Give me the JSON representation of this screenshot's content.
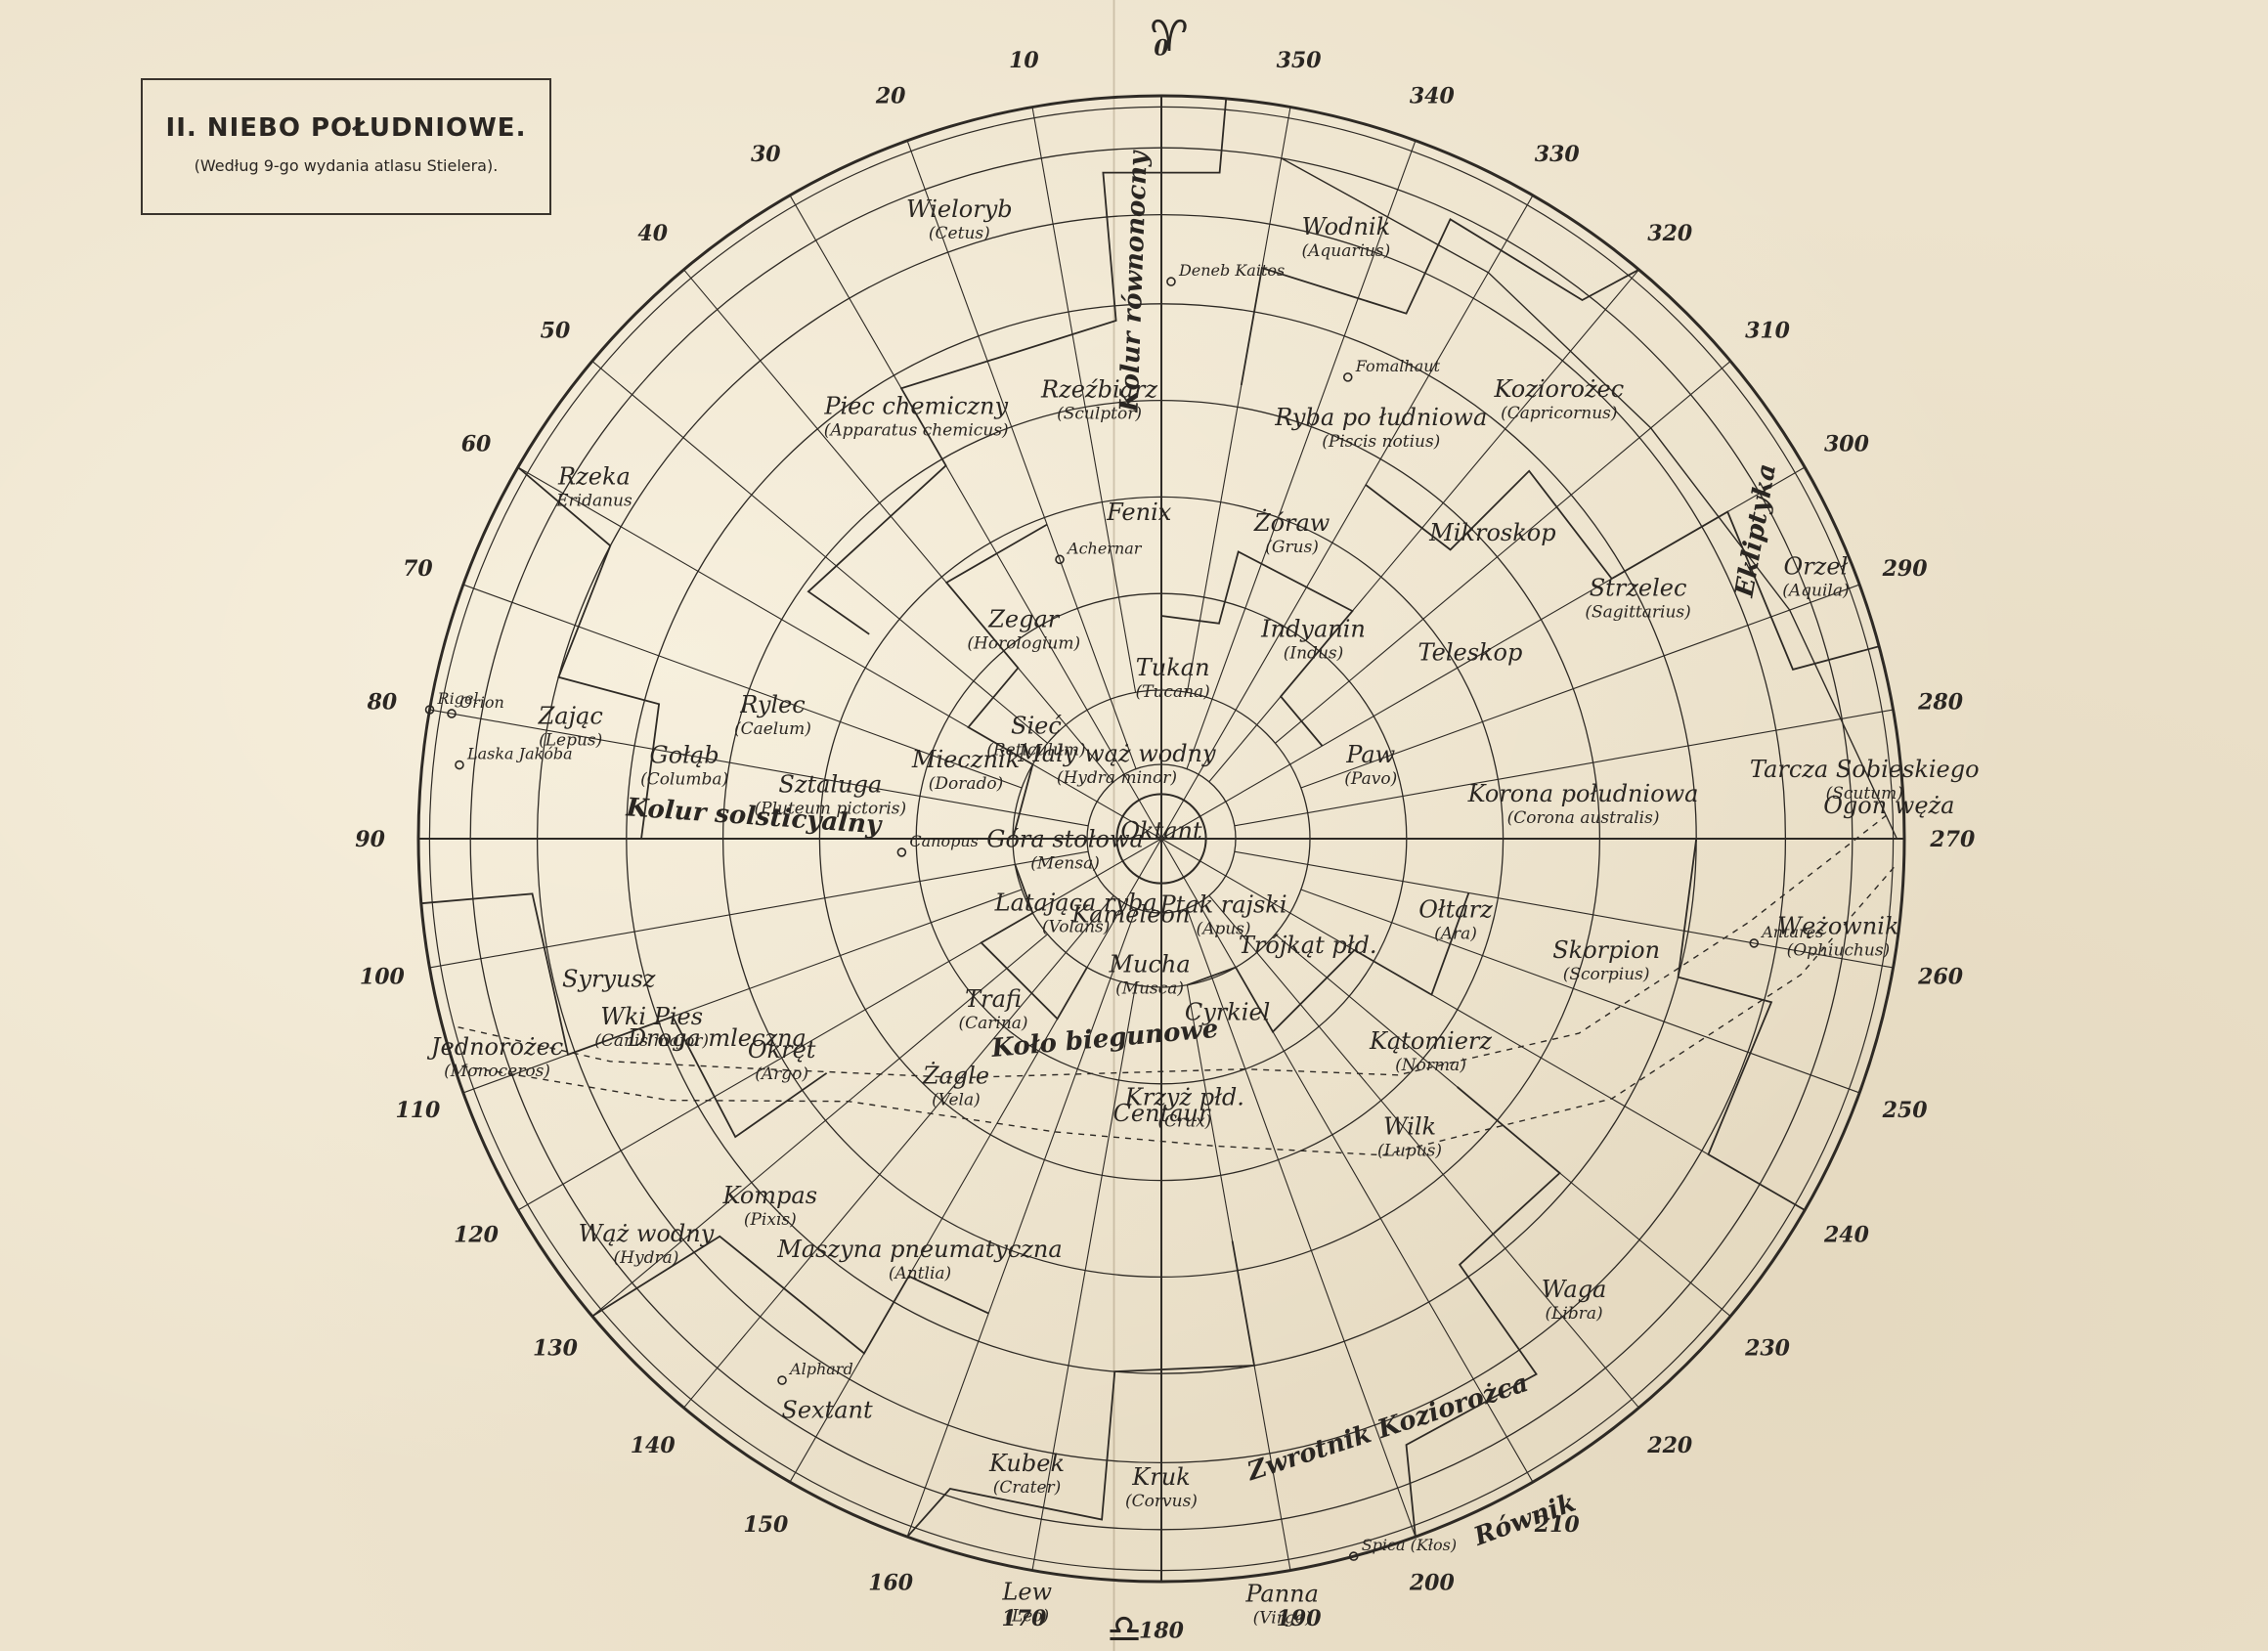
{
  "title": {
    "main": "II. NIEBO POŁUDNIOWE.",
    "sub": "(Według 9-go wydania atlasu Stielera)."
  },
  "symbols": {
    "top": "♈",
    "bottom": "♎"
  },
  "degree_labels": [
    "0",
    "10",
    "20",
    "30",
    "40",
    "50",
    "60",
    "70",
    "80",
    "90",
    "100",
    "110",
    "120",
    "130",
    "140",
    "150",
    "160",
    "170",
    "180",
    "190",
    "200",
    "210",
    "220",
    "230",
    "240",
    "250",
    "260",
    "270",
    "280",
    "290",
    "300",
    "310",
    "320",
    "330",
    "340",
    "350"
  ],
  "constellations": [
    {
      "name": "Wieloryb",
      "latin": "(Cetus)",
      "deg": 18,
      "r": 0.88
    },
    {
      "name": "Wodnik",
      "latin": "(Aquarius)",
      "deg": 343,
      "r": 0.85
    },
    {
      "name": "Koziorożec",
      "latin": "(Capricornus)",
      "deg": 318,
      "r": 0.8
    },
    {
      "name": "Ryba po łudniowa",
      "latin": "(Piscis notius)",
      "deg": 332,
      "r": 0.63
    },
    {
      "name": "Rzeźbiarz",
      "latin": "(Sculptor)",
      "deg": 8,
      "r": 0.6
    },
    {
      "name": "Piec chemiczny",
      "latin": "(Apparatus chemicus)",
      "deg": 30,
      "r": 0.66
    },
    {
      "name": "Rzeka",
      "latin": "Eridanus",
      "deg": 58,
      "r": 0.9
    },
    {
      "name": "Fenix",
      "latin": "",
      "deg": 4,
      "r": 0.43
    },
    {
      "name": "Żóraw",
      "latin": "(Grus)",
      "deg": 337,
      "r": 0.45
    },
    {
      "name": "Mikroskop",
      "latin": "",
      "deg": 312,
      "r": 0.6
    },
    {
      "name": "Orzeł",
      "latin": "(Aquila)",
      "deg": 292,
      "r": 0.95
    },
    {
      "name": "Indyanin",
      "latin": "(Indus)",
      "deg": 323,
      "r": 0.34
    },
    {
      "name": "Tukan",
      "latin": "(Tucana)",
      "deg": 356,
      "r": 0.22
    },
    {
      "name": "Zegar",
      "latin": "(Horologium)",
      "deg": 33,
      "r": 0.34
    },
    {
      "name": "Rylec",
      "latin": "(Caelum)",
      "deg": 72,
      "r": 0.55
    },
    {
      "name": "Sieć",
      "latin": "(Reticulum)",
      "deg": 50,
      "r": 0.22
    },
    {
      "name": "Mały wąż wodny",
      "latin": "(Hydra minor)",
      "deg": 30,
      "r": 0.12
    },
    {
      "name": "Strzelec",
      "latin": "(Sagittarius)",
      "deg": 297,
      "r": 0.72
    },
    {
      "name": "Teleskop",
      "latin": "",
      "deg": 300,
      "r": 0.48
    },
    {
      "name": "Zając",
      "latin": "(Lepus)",
      "deg": 79,
      "r": 0.81
    },
    {
      "name": "Gołąb",
      "latin": "(Columba)",
      "deg": 81,
      "r": 0.65
    },
    {
      "name": "Sztaluga",
      "latin": "(Pluteum pictoris)",
      "deg": 82,
      "r": 0.45
    },
    {
      "name": "Miecznik",
      "latin": "(Dorado)",
      "deg": 70,
      "r": 0.28
    },
    {
      "name": "Paw",
      "latin": "(Pavo)",
      "deg": 290,
      "r": 0.3
    },
    {
      "name": "Korona południowa",
      "latin": "(Corona australis)",
      "deg": 275,
      "r": 0.57
    },
    {
      "name": "Tarcza Sobieskiego",
      "latin": "(Scutum)",
      "deg": 275,
      "r": 0.95
    },
    {
      "name": "Góra stołowa",
      "latin": "(Mensa)",
      "deg": 95,
      "r": 0.13
    },
    {
      "name": "Oktant",
      "latin": "",
      "deg": 0,
      "r": 0.0
    },
    {
      "name": "Ogon węża",
      "latin": "",
      "deg": 272,
      "r": 0.98
    },
    {
      "name": "Ptak rajski",
      "latin": "(Apus)",
      "deg": 220,
      "r": 0.13
    },
    {
      "name": "Ołtarz",
      "latin": "(Ara)",
      "deg": 255,
      "r": 0.41
    },
    {
      "name": "Trójkąt płd.",
      "latin": "",
      "deg": 232,
      "r": 0.25
    },
    {
      "name": "Skorpion",
      "latin": "(Scorpius)",
      "deg": 255,
      "r": 0.62
    },
    {
      "name": "Jednorożec",
      "latin": "(Monoceros)",
      "deg": 108,
      "r": 0.94
    },
    {
      "name": "Syryusz",
      "latin": "",
      "deg": 105,
      "r": 0.77
    },
    {
      "name": "Wki Pies",
      "latin": "(Canis major)",
      "deg": 110,
      "r": 0.73
    },
    {
      "name": "Latająca ryba",
      "latin": "(Volans)",
      "deg": 130,
      "r": 0.15
    },
    {
      "name": "Kameleon",
      "latin": "",
      "deg": 160,
      "r": 0.12
    },
    {
      "name": "Kątomierz",
      "latin": "(Norma)",
      "deg": 232,
      "r": 0.46
    },
    {
      "name": "Wężownik",
      "latin": "(Ophiuchus)",
      "deg": 262,
      "r": 0.92
    },
    {
      "name": "Droga mleczna",
      "latin": "",
      "deg": 115,
      "r": 0.66
    },
    {
      "name": "Trafi",
      "latin": "(Carina)",
      "deg": 135,
      "r": 0.32
    },
    {
      "name": "Mucha",
      "latin": "(Musca)",
      "deg": 175,
      "r": 0.18
    },
    {
      "name": "Cyrkiel",
      "latin": "",
      "deg": 200,
      "r": 0.26
    },
    {
      "name": "Okręt",
      "latin": "(Argo)",
      "deg": 120,
      "r": 0.59
    },
    {
      "name": "Żagle",
      "latin": "(Vela)",
      "deg": 140,
      "r": 0.43
    },
    {
      "name": "Wilk",
      "latin": "(Lupus)",
      "deg": 220,
      "r": 0.52
    },
    {
      "name": "Krzyż płd.",
      "latin": "(Crux)",
      "deg": 185,
      "r": 0.36
    },
    {
      "name": "Centaur",
      "latin": "",
      "deg": 180,
      "r": 0.38
    },
    {
      "name": "Kompas",
      "latin": "(Pixis)",
      "deg": 133,
      "r": 0.72
    },
    {
      "name": "Maszyna pneumatyczna",
      "latin": "(Antlia)",
      "deg": 150,
      "r": 0.65
    },
    {
      "name": "Waga",
      "latin": "(Libra)",
      "deg": 222,
      "r": 0.83
    },
    {
      "name": "Wąż wodny",
      "latin": "(Hydra)",
      "deg": 128,
      "r": 0.88
    },
    {
      "name": "Sextant",
      "latin": "",
      "deg": 150,
      "r": 0.9
    },
    {
      "name": "Kubek",
      "latin": "(Crater)",
      "deg": 168,
      "r": 0.87
    },
    {
      "name": "Kruk",
      "latin": "(Corvus)",
      "deg": 180,
      "r": 0.87
    },
    {
      "name": "Lew",
      "latin": "(Leo)",
      "deg": 170,
      "r": 1.04
    },
    {
      "name": "Panna",
      "latin": "(Virgo)",
      "deg": 189,
      "r": 1.04
    }
  ],
  "circle_labels": [
    {
      "text": "Kolur równonocny",
      "deg": 2,
      "r": 0.75,
      "rot": -88
    },
    {
      "text": "Kolur solsticyalny",
      "deg": 88,
      "r": 0.55,
      "rot": 4
    },
    {
      "text": "Ekliptyka",
      "deg": 297,
      "r": 0.91,
      "rot": -80
    },
    {
      "text": "Zwrotnik Koziorożca",
      "deg": 201,
      "r": 0.86,
      "rot": -18
    },
    {
      "text": "Równik",
      "deg": 208,
      "r": 1.05,
      "rot": -20
    },
    {
      "text": "Koło biegunowe",
      "deg": 165,
      "r": 0.29,
      "rot": -5
    }
  ],
  "stars": [
    {
      "name": "Deneb Kaitos",
      "deg": 359,
      "r": 0.75
    },
    {
      "name": "Fomalhaut",
      "deg": 338,
      "r": 0.67
    },
    {
      "name": "Achernar",
      "deg": 20,
      "r": 0.4
    },
    {
      "name": "Rigel",
      "deg": 80,
      "r": 1.0
    },
    {
      "name": "Laska Jakóba",
      "deg": 84,
      "r": 0.95
    },
    {
      "name": "Orion",
      "deg": 80,
      "r": 0.97
    },
    {
      "name": "Canopus",
      "deg": 93,
      "r": 0.35
    },
    {
      "name": "Antares",
      "deg": 260,
      "r": 0.81
    },
    {
      "name": "Alphard",
      "deg": 145,
      "r": 0.89
    },
    {
      "name": "Spica (Kłos)",
      "deg": 195,
      "r": 1.0
    }
  ]
}
